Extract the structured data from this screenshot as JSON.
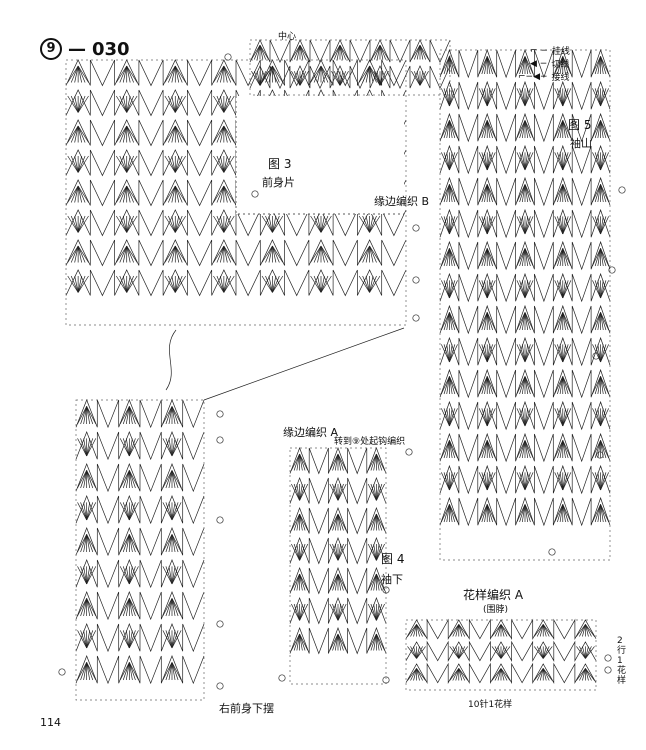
{
  "header": {
    "pattern_number": "9",
    "dash": "—",
    "pattern_code": "030"
  },
  "legend": {
    "items": [
      {
        "symbol": "⌐ −",
        "label": "挂线"
      },
      {
        "symbol": "◀ −",
        "label": "切线"
      },
      {
        "symbol": "⌐−◀−",
        "label": "接线"
      }
    ]
  },
  "labels": {
    "center": "中心",
    "fig3_title": "图 3",
    "fig3_sub": "前身片",
    "edge_b": "缘边编织 B",
    "fig5_title": "图 5",
    "fig5_sub": "袖山",
    "edge_a": "缘边编织 A",
    "edge_a_note": "转到⑨处起钩编织",
    "fig4_title": "图 4",
    "fig4_sub": "袖下",
    "front_hem": "右前身下摆",
    "pattern_a_title": "花样编织 A",
    "pattern_a_sub": "(围脖)",
    "repeat_rows": "2行1花样",
    "repeat_stitches": "10针1花样"
  },
  "page_number": "114",
  "colors": {
    "ink": "#111111",
    "paper": "#ffffff"
  }
}
